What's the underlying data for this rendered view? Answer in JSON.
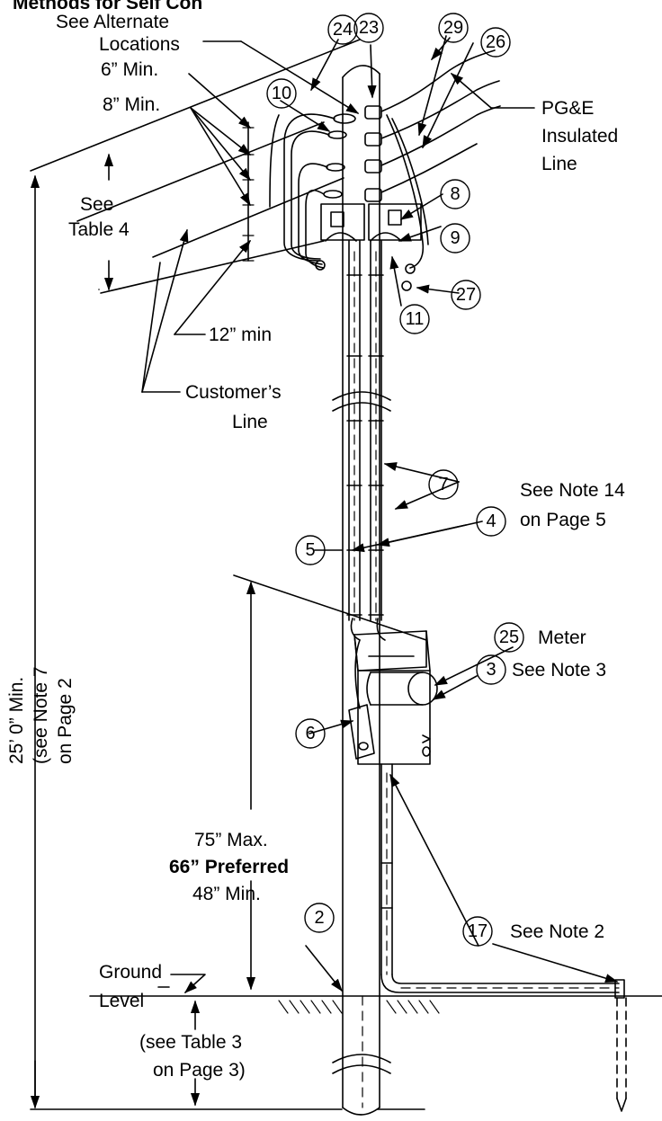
{
  "header": {
    "top_cut": "Methods for Self Con",
    "alternate": [
      "See Alternate",
      "Locations"
    ]
  },
  "clearances": {
    "six_min": "6” Min.",
    "eight_min": "8” Min.",
    "table4": [
      "See",
      "Table 4"
    ],
    "twelve_min": "12” min"
  },
  "lines": {
    "pge": [
      "PG&E",
      "Insulated",
      "Line"
    ],
    "customer": [
      "Customer’s",
      "Line"
    ]
  },
  "heights": {
    "total": [
      "25’ 0” Min.",
      "(see Note 7",
      "on Page 2"
    ],
    "meter_max": "75” Max.",
    "meter_preferred": "66” Preferred",
    "meter_min": "48” Min."
  },
  "notes": {
    "note14": [
      "See Note 14",
      "on Page 5"
    ],
    "meter": "Meter",
    "note3": "See Note 3",
    "note2": "See Note 2",
    "ground": [
      "Ground",
      "Level"
    ],
    "table3": [
      "(see Table 3",
      "on Page 3)"
    ]
  },
  "callouts": {
    "c24": "24",
    "c23": "23",
    "c29": "29",
    "c26": "26",
    "c10": "10",
    "c8": "8",
    "c9": "9",
    "c27": "27",
    "c11": "11",
    "c7": "7",
    "c4": "4",
    "c5": "5",
    "c25": "25",
    "c3": "3",
    "c6": "6",
    "c2": "2",
    "c17": "17"
  }
}
